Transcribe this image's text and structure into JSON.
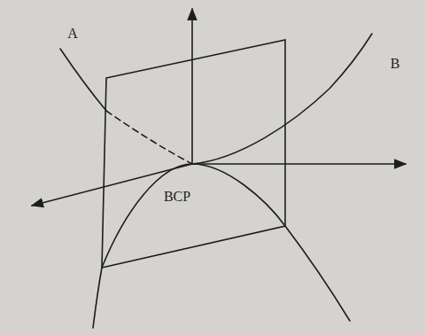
{
  "diagram": {
    "labels": [
      "A",
      "B",
      "BCP"
    ]
  }
}
